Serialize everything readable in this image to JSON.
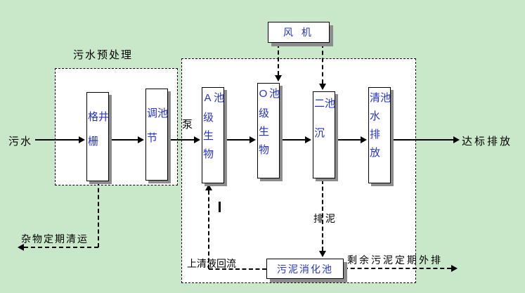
{
  "colors": {
    "background": "#c9e7c9",
    "node_fill": "#ffffff",
    "node_text": "#2433cc",
    "shadow": "#8c8c8c",
    "line": "#000000"
  },
  "nodes": {
    "fan": "风 机",
    "grid_well": "格栅井",
    "regulating_tank": "调节池",
    "a_bio_tank": "A级生物池",
    "o_bio_tank": "O级生物池",
    "secondary_clarifier": "二沉池",
    "clean_water_tank": "清水排放池",
    "sludge_digestion_tank": "污泥消化池"
  },
  "labels": {
    "pretreatment_zone": "污水预处理",
    "influent": "污水",
    "pump": "泵",
    "effluent": "达标排放",
    "debris_removal": "杂物定期清运",
    "supernatant_reflux": "上清液回流",
    "sludge_discharge": "排泥",
    "excess_sludge_out": "剩余污泥定期外排"
  }
}
